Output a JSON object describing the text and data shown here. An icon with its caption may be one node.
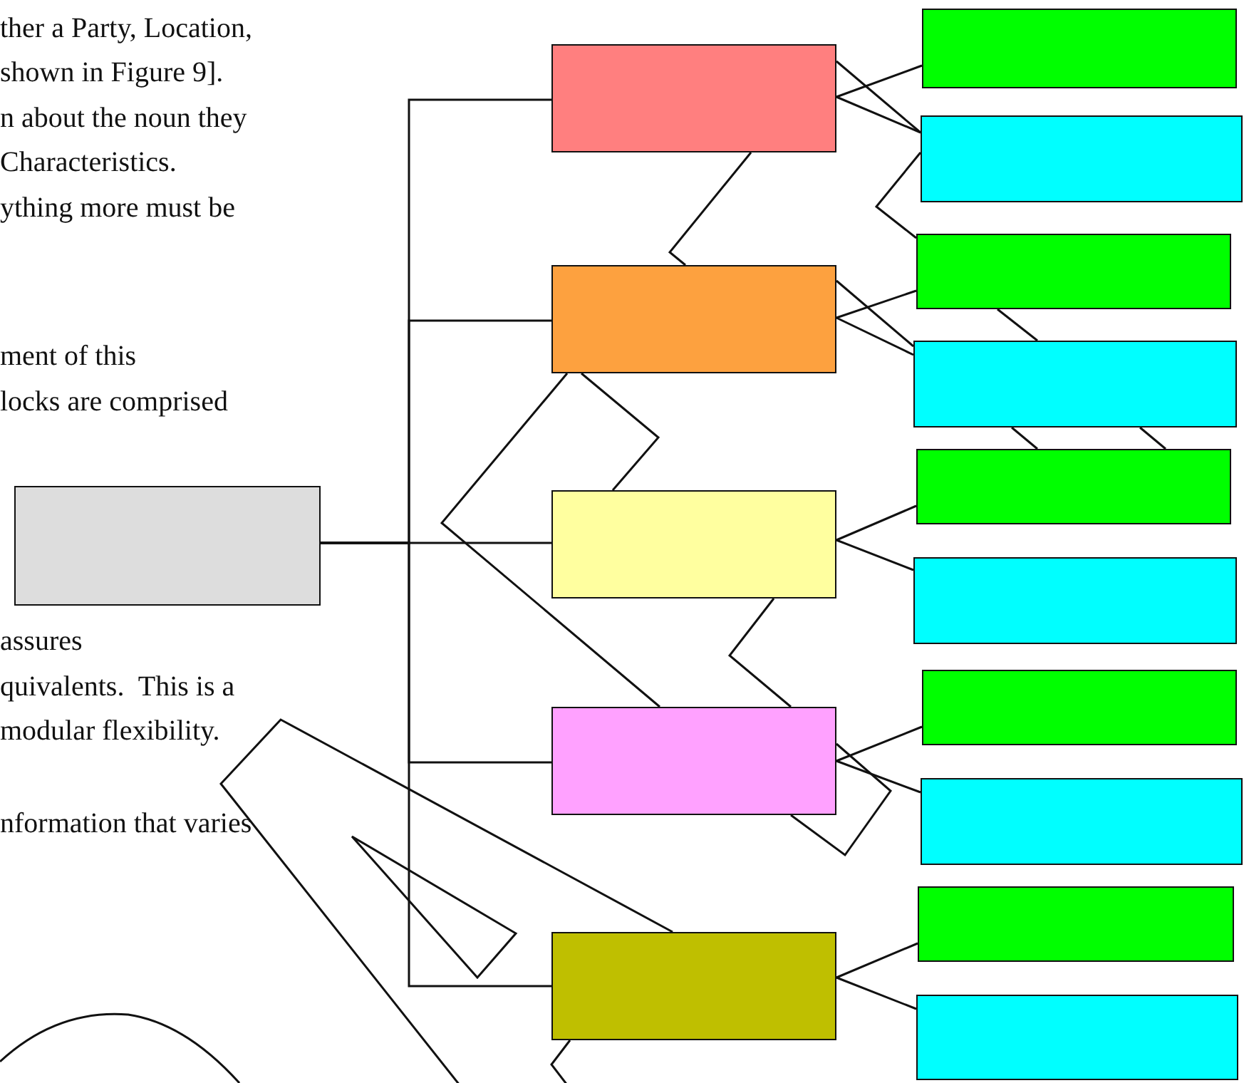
{
  "diagram": {
    "nodes": [
      {
        "text": [],
        "shape": "box"
      },
      {
        "text": [],
        "shape": "box"
      },
      {
        "text": [],
        "shape": "box"
      },
      {
        "text": [],
        "shape": "box"
      },
      {
        "text": [],
        "shape": "box"
      },
      {
        "text": [],
        "shape": "box"
      },
      {
        "text": [],
        "shape": "box"
      },
      {
        "text": [],
        "shape": "box"
      },
      {
        "text": [],
        "shape": "box"
      },
      {
        "text": [],
        "shape": "box"
      },
      {
        "text": [],
        "shape": "box"
      },
      {
        "text": [],
        "shape": "box"
      },
      {
        "text": [],
        "shape": "box"
      },
      {
        "text": [],
        "shape": "box"
      },
      {
        "text": [],
        "shape": "box"
      },
      {
        "text": [],
        "shape": "box"
      }
    ],
    "edges": [
      {
        "from": 0,
        "to": 1,
        "arrow": "none"
      },
      {
        "from": 0,
        "to": 2,
        "arrow": "none"
      },
      {
        "from": 0,
        "to": 3,
        "arrow": "none"
      },
      {
        "from": 0,
        "to": 4,
        "arrow": "none"
      },
      {
        "from": 0,
        "to": 5,
        "arrow": "none"
      },
      {
        "from": 1,
        "to": 6,
        "arrow": "none"
      },
      {
        "from": 1,
        "to": 7,
        "arrow": "none"
      },
      {
        "from": 1,
        "to": 7,
        "arrow": "none"
      },
      {
        "from": 2,
        "to": 8,
        "arrow": "none"
      },
      {
        "from": 2,
        "to": 9,
        "arrow": "none"
      },
      {
        "from": 2,
        "to": 9,
        "arrow": "none"
      },
      {
        "from": 3,
        "to": 10,
        "arrow": "none"
      },
      {
        "from": 3,
        "to": 11,
        "arrow": "none"
      },
      {
        "from": 4,
        "to": 12,
        "arrow": "none"
      },
      {
        "from": 4,
        "to": 13,
        "arrow": "none"
      },
      {
        "from": 5,
        "to": 14,
        "arrow": "none"
      },
      {
        "from": 5,
        "to": 15,
        "arrow": "none"
      },
      {
        "from": 1,
        "to": 2,
        "arrow": "none"
      },
      {
        "from": 2,
        "to": 3,
        "arrow": "none"
      },
      {
        "from": 2,
        "to": 4,
        "arrow": "none"
      },
      {
        "from": 3,
        "to": 4,
        "arrow": "none"
      },
      {
        "from": 7,
        "to": 8,
        "arrow": "none"
      },
      {
        "from": 8,
        "to": 9,
        "arrow": "none"
      },
      {
        "from": 9,
        "to": 10,
        "arrow": "none"
      },
      {
        "from": 9,
        "to": 10,
        "arrow": "none"
      },
      {
        "from": 5,
        "to": null,
        "arrow": "none"
      },
      {
        "from": 5,
        "to": null,
        "arrow": "none"
      }
    ],
    "labels": [
      "ther a Party, Location,",
      "shown in Figure 9].",
      "n about the noun they",
      "Characteristics.",
      "ything more must be",
      "ment of this",
      "locks are comprised",
      "assures",
      "quivalents.  This is a",
      "modular flexibility.",
      "nformation that varies"
    ]
  }
}
